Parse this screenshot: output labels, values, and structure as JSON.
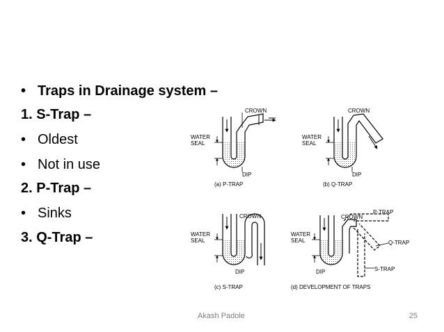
{
  "slide": {
    "bullet_char": "•",
    "lines": [
      {
        "kind": "bullet",
        "text": "Traps in Drainage system –",
        "bold": true
      },
      {
        "kind": "plain",
        "text": "1. S-Trap –",
        "bold": true
      },
      {
        "kind": "bullet",
        "text": "Oldest",
        "bold": false
      },
      {
        "kind": "bullet",
        "text": "Not in use",
        "bold": false
      },
      {
        "kind": "plain",
        "text": "2. P-Trap –",
        "bold": true
      },
      {
        "kind": "bullet",
        "text": "Sinks",
        "bold": false
      },
      {
        "kind": "plain",
        "text": "3. Q-Trap –",
        "bold": true
      }
    ]
  },
  "figure": {
    "labels": {
      "crown": "CROWN",
      "water": "WATER",
      "seal": "SEAL",
      "dip": "DIP",
      "p_trap": "P-TRAP",
      "q_trap": "Q-TRAP",
      "s_trap": "S-TRAP"
    },
    "captions": {
      "a": "(a) P-TRAP",
      "b": "(b) Q-TRAP",
      "c": "(c) S-TRAP",
      "d": "(d) DEVELOPMENT OF TRAPS"
    }
  },
  "footer": {
    "author": "Akash Padole",
    "page": "25"
  }
}
